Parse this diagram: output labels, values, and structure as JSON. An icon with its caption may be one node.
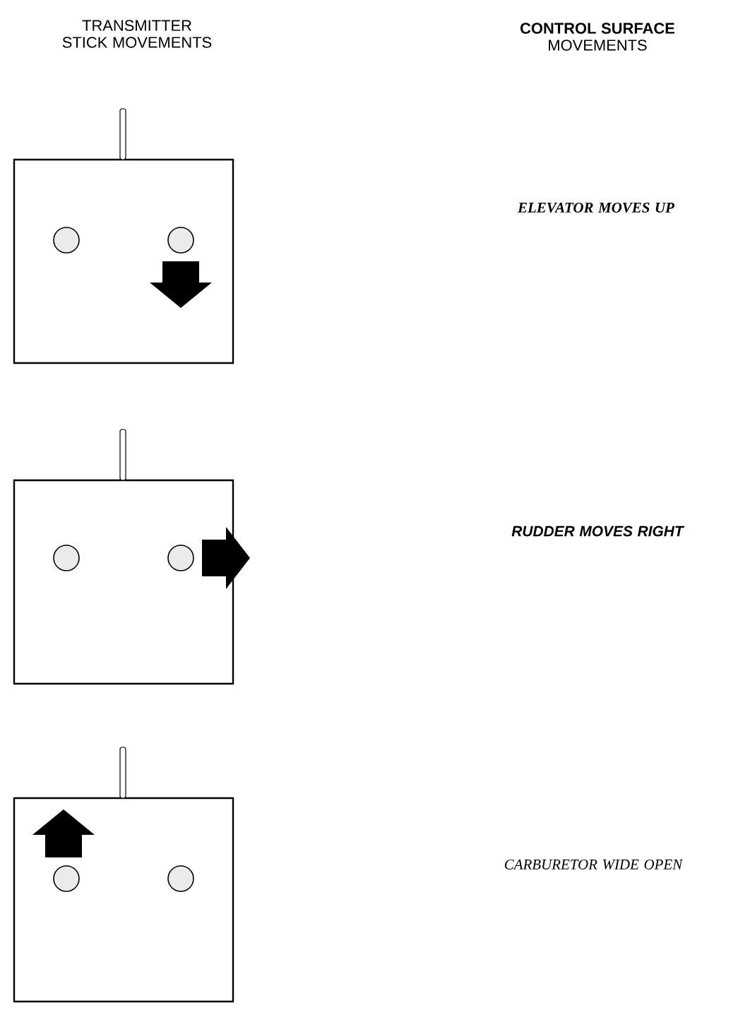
{
  "diagram": {
    "labels": [
      "TRANSMITTER STICK MOVEMENTS",
      "**CONTROL SURFACE** MOVEMENTS",
      "ELEVATOR MOVES UP",
      "RUDDER MOVES RIGHT",
      "CARBURETOR WIDE OPEN"
    ]
  }
}
